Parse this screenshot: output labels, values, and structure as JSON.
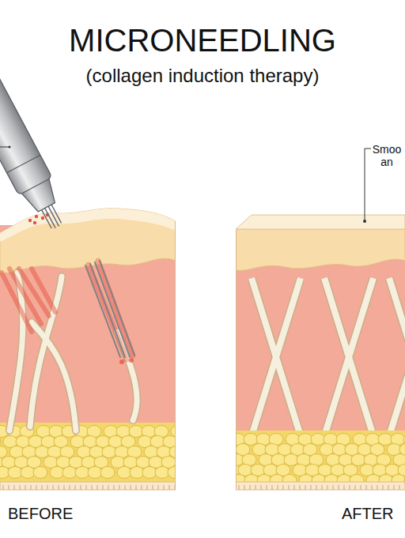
{
  "diagram": {
    "title": "MICRONEEDLING",
    "labels": [
      "(collagen induction therapy)",
      "Smoo an",
      "BEFORE",
      "AFTER"
    ]
  }
}
